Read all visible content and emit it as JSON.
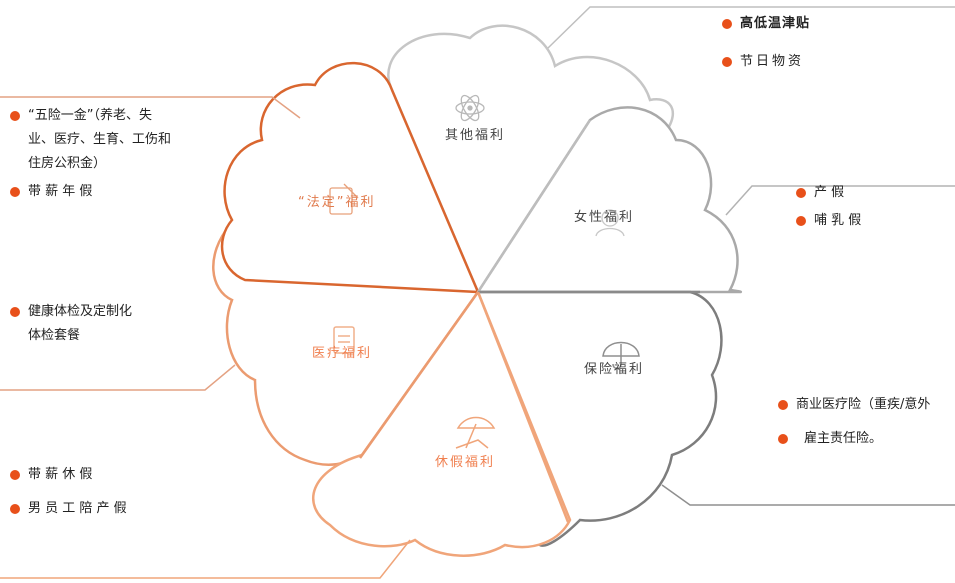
{
  "colors": {
    "orange": "#d9662f",
    "light_orange": "#eb9b70",
    "gray": "#a4a4a4",
    "light_gray": "#c6c6c6",
    "bullet": "#e8501a"
  },
  "petals": [
    {
      "id": "legal",
      "label": "“法定”福利",
      "icon": "document-gavel-icon"
    },
    {
      "id": "other",
      "label": "其他福利",
      "icon": "atom-icon"
    },
    {
      "id": "female",
      "label": "女性福利",
      "icon": "woman-icon"
    },
    {
      "id": "insurance",
      "label": "保险福利",
      "icon": "umbrella-icon"
    },
    {
      "id": "vacation",
      "label": "休假福利",
      "icon": "beach-chair-icon"
    },
    {
      "id": "medical",
      "label": "医疗福利",
      "icon": "medical-report-icon"
    }
  ],
  "notes": {
    "other": [
      "高低温津贴",
      "节日物资"
    ],
    "female": [
      "产 假",
      "哺 乳 假"
    ],
    "legal": [
      "“五险一金”（养老、失",
      "业、医疗、生育、工伤和",
      "住房公积金）",
      "带 薪 年 假"
    ],
    "medical": [
      "健康体检及定制化",
      "体检套餐"
    ],
    "insurance": [
      "商业医疗险（重疾/意外",
      "雇主责任险。"
    ],
    "vacation": [
      "带 薪 休 假",
      "男 员 工 陪 产 假"
    ]
  }
}
